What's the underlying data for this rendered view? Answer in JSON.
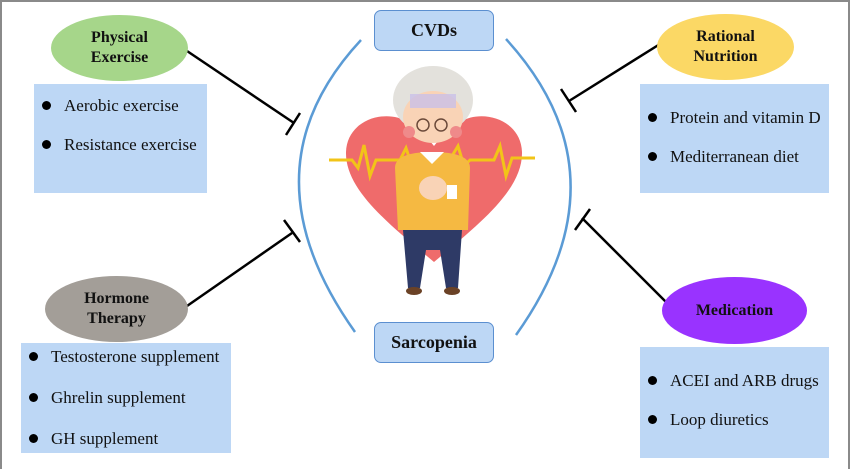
{
  "title": "Interventions for CVDs and Sarcopenia",
  "center": {
    "top_label": "CVDs",
    "bottom_label": "Sarcopenia",
    "illustration": "elderly-man-with-heart-and-ecg-icon"
  },
  "interventions": [
    {
      "id": "physical-exercise",
      "label": "Physical\nExercise",
      "color": "#a6d68a",
      "items": [
        "Aerobic exercise",
        "Resistance exercise"
      ]
    },
    {
      "id": "rational-nutrition",
      "label": "Rational\nNutrition",
      "color": "#fbd865",
      "items": [
        "Protein and vitamin D",
        "Mediterranean diet"
      ]
    },
    {
      "id": "hormone-therapy",
      "label": "Hormone\nTherapy",
      "color": "#a39e98",
      "items": [
        "Testosterone supplement",
        "Ghrelin supplement",
        "GH supplement"
      ]
    },
    {
      "id": "medication",
      "label": "Medication",
      "color": "#9933ff",
      "items": [
        "ACEI and ARB drugs",
        "Loop diuretics"
      ]
    }
  ],
  "colors": {
    "box_fill": "#bdd7f5",
    "arc": "#5b9bd5",
    "inhibitor_line": "#000000",
    "heart": "#ef6b6b",
    "ecg": "#f2c418"
  }
}
